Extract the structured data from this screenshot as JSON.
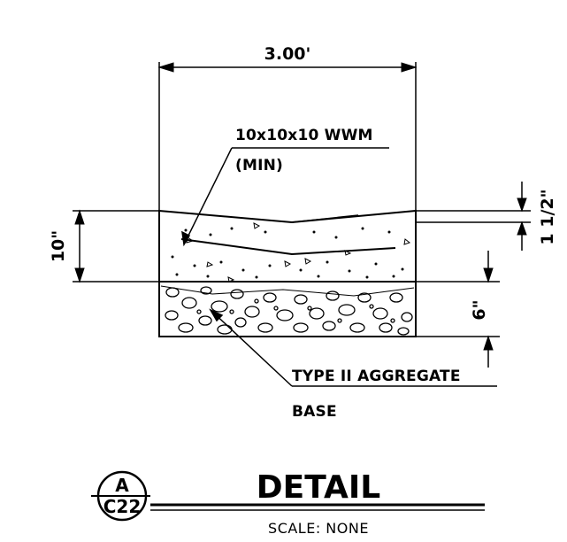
{
  "dimensions": {
    "width_label": "3.00'",
    "depth_label": "10\"",
    "base_label": "6\"",
    "slope_label": "1 1/2\""
  },
  "callouts": {
    "wwm_line1": "10x10x10 WWM",
    "wwm_line2": "(MIN)",
    "aggregate_line1": "TYPE II AGGREGATE",
    "aggregate_line2": "BASE"
  },
  "title_block": {
    "title": "DETAIL",
    "detail_letter": "A",
    "sheet_ref": "C22",
    "scale_text": "SCALE: NONE"
  }
}
